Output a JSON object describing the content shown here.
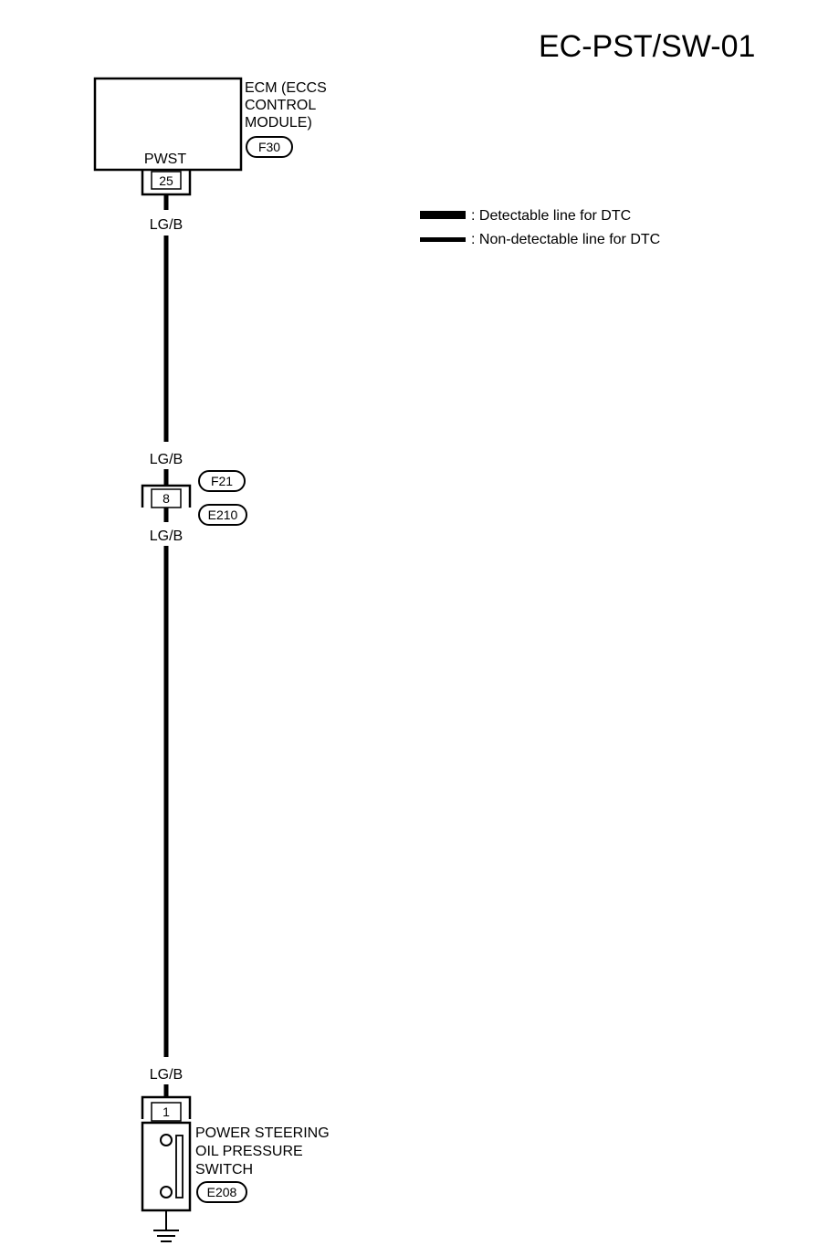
{
  "page": {
    "title": "EC-PST/SW-01"
  },
  "legend": {
    "detectable": ": Detectable line for DTC",
    "non_detectable": ": Non-detectable line for DTC"
  },
  "ecm": {
    "name_line1": "ECM (ECCS",
    "name_line2": "CONTROL",
    "name_line3": "MODULE)",
    "connector": "F30",
    "terminal_name": "PWST",
    "pin": "25"
  },
  "wire": {
    "color_code": "LG/B"
  },
  "junction": {
    "pin": "8",
    "connector_top": "F21",
    "connector_bottom": "E210"
  },
  "switch": {
    "name_line1": "POWER STEERING",
    "name_line2": "OIL PRESSURE",
    "name_line3": "SWITCH",
    "connector": "E208",
    "pin": "1"
  },
  "colors": {
    "ink": "#000000",
    "paper": "#ffffff"
  }
}
